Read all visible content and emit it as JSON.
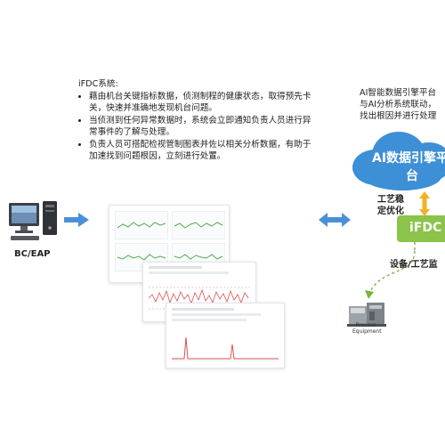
{
  "left": {
    "computer_icon": "desktop-computer-icon",
    "caption": "BC/EAP"
  },
  "description": {
    "title": "iFDC系統:",
    "bullets": [
      "藉由机台关键指标数据，侦测制程的健康状态，取得预先卡关，快速并准确地发现机台问题。",
      "当侦测到任何异常数据时，系统会立即通知负责人员进行异常事件的了解与处理。",
      "负责人员可搭配检视管制图表并佐以相关分析数据，有助于加速找到问题根因，立刻进行处置。"
    ]
  },
  "right_description": {
    "lines": [
      "AI智能数据引擎平台",
      "与AI分析系统联动，",
      "找出根因并进行处理"
    ]
  },
  "cloud": {
    "line1": "AI数据引擎平",
    "line2": "台"
  },
  "labels": {
    "process_opt_line1": "工艺稳",
    "process_opt_line2": "定优化",
    "ifdc_box": "iFDC",
    "equipment_caption": "设备/工艺监",
    "process_equipment_line1": "Process",
    "process_equipment_line2": "Equipment"
  },
  "colors": {
    "arrow_blue": "#4a90d9",
    "cloud_blue": "#3d8fd6",
    "ifdc_green": "#8cc34a",
    "up_down_arrow": "#f0b323",
    "dash_green": "#7cb342"
  }
}
